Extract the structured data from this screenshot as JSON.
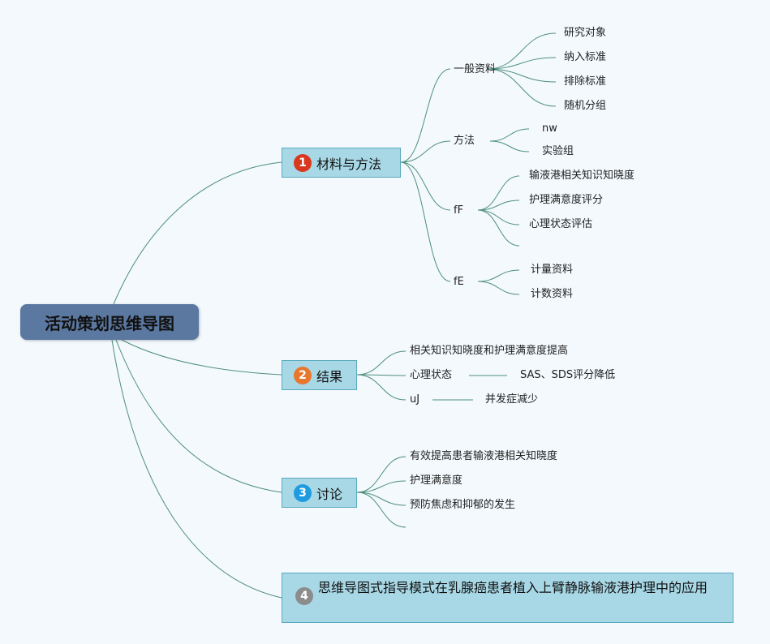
{
  "colors": {
    "root_fill": "#5b78a0",
    "branch_fill": "#a8d8e6",
    "line": "#4f8f7c",
    "badge_1": "#d9381e",
    "badge_2": "#e8772e",
    "badge_3": "#1f9be0",
    "badge_4": "#8c8c8c"
  },
  "root": {
    "label": "活动策划思维导图"
  },
  "branches": [
    {
      "num": "1",
      "label": "材料与方法",
      "children": [
        {
          "label": "一般资料",
          "children": [
            "研究对象",
            "纳入标准",
            "排除标准",
            "随机分组"
          ]
        },
        {
          "label": "方法",
          "children": [
            "nw",
            "实验组"
          ]
        },
        {
          "label": "fF",
          "children": [
            "输液港相关知识知晓度",
            "护理满意度评分",
            "心理状态评估",
            ""
          ]
        },
        {
          "label": "fE",
          "children": [
            "计量资料",
            "计数资料"
          ]
        }
      ]
    },
    {
      "num": "2",
      "label": "结果",
      "children": [
        {
          "label": "相关知识知晓度和护理满意度提高"
        },
        {
          "label": "心理状态",
          "detail": "SAS、SDS评分降低"
        },
        {
          "label": "uJ",
          "detail": "并发症减少"
        }
      ]
    },
    {
      "num": "3",
      "label": "讨论",
      "children": [
        "有效提高患者输液港相关知晓度",
        "护理满意度",
        "预防焦虑和抑郁的发生",
        ""
      ]
    },
    {
      "num": "4",
      "label": "思维导图式指导模式在乳腺癌患者植入上臂静脉输液港护理中的应用"
    }
  ]
}
